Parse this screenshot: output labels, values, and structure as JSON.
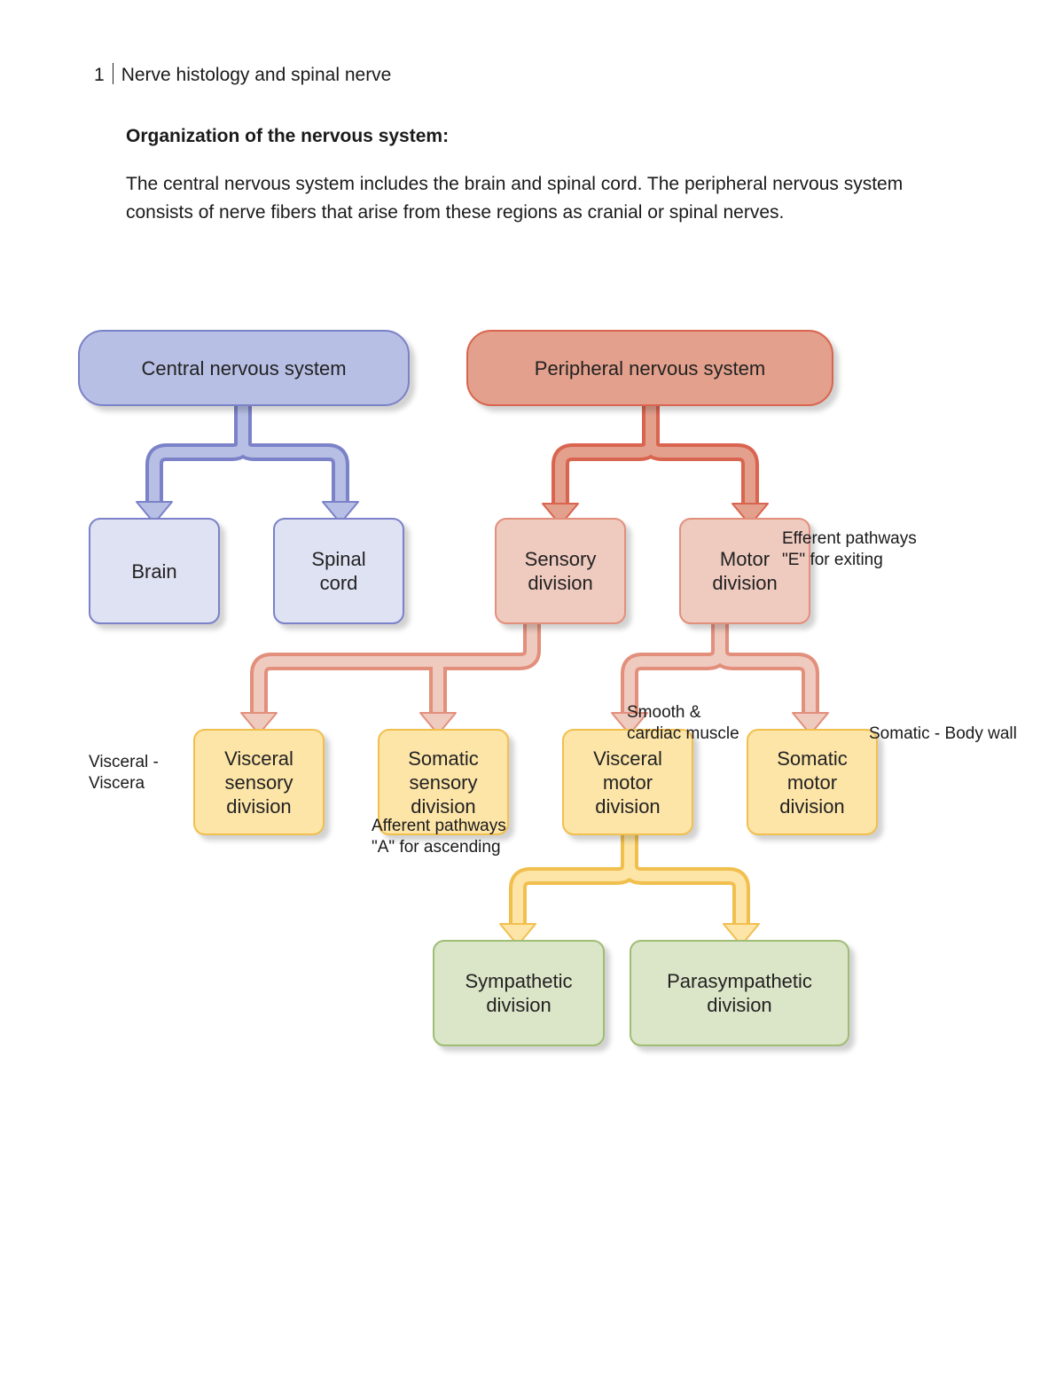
{
  "header": {
    "page_number": "1",
    "title": "Nerve histology and spinal nerve"
  },
  "heading": "Organization of the nervous system:",
  "paragraph": "The central nervous system includes the brain and spinal cord. The peripheral nervous system consists of nerve fibers that arise from these regions as cranial or spinal nerves.",
  "diagram": {
    "colors": {
      "blue": "#7b82c8",
      "blue_fill": "#b7bfe4",
      "blue_light_fill": "#dfe2f3",
      "red": "#d9644f",
      "red_fill": "#e3a08c",
      "red_light_fill": "#efcabf",
      "red_light": "#e28f7c",
      "yellow": "#f1bf4e",
      "yellow_fill": "#fde5a8",
      "green": "#9fbd75",
      "green_fill": "#dbe5c7"
    },
    "boxes": {
      "cns": "Central nervous system",
      "pns": "Peripheral nervous system",
      "brain": "Brain",
      "spinal_cord": "Spinal\ncord",
      "sensory": "Sensory\ndivision",
      "motor": "Motor\ndivision",
      "visceral_sensory": "Visceral\nsensory\ndivision",
      "somatic_sensory": "Somatic\nsensory\ndivision",
      "visceral_motor": "Visceral\nmotor\ndivision",
      "somatic_motor": "Somatic\nmotor\ndivision",
      "sympathetic": "Sympathetic\ndivision",
      "parasympathetic": "Parasympathetic\ndivision"
    },
    "annotations": {
      "efferent": "Efferent pathways\n\"E\" for exiting",
      "smooth": "Smooth &\ncardiac muscle",
      "somatic_body": "Somatic - Body wall",
      "visceral": "Visceral -\nViscera",
      "afferent": "Afferent pathways\n\"A\" for ascending"
    }
  }
}
